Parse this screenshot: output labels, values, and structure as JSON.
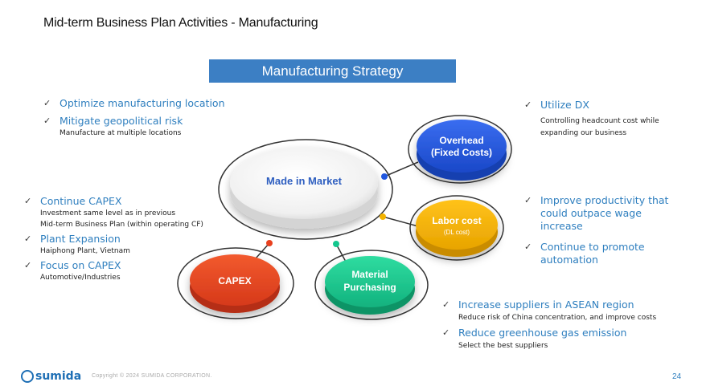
{
  "slide": {
    "title": "Mid-term Business Plan Activities - Manufacturing",
    "banner": "Manufacturing Strategy",
    "copyright": "Copyright © 2024 SUMIDA CORPORATION.",
    "page_number": "24",
    "logo_text": "sumida"
  },
  "diagram": {
    "center": "Made in Market",
    "overhead_line1": "Overhead",
    "overhead_line2": "(Fixed Costs)",
    "labor_line1": "Labor cost",
    "labor_line2": "(DL cost)",
    "capex": "CAPEX",
    "material_line1": "Material",
    "material_line2": "Purchasing"
  },
  "colors": {
    "overhead": "#1f56e0",
    "labor": "#f3b300",
    "capex": "#e8401e",
    "material": "#14c78e",
    "accent_text": "#2f7fbf",
    "banner": "#3c7fc4"
  },
  "blocks": {
    "top_left": {
      "item1": "Optimize manufacturing location",
      "item2": "Mitigate geopolitical risk",
      "item2_sub": "Manufacture at multiple locations"
    },
    "mid_left": {
      "item1": "Continue CAPEX",
      "item1_sub1": "Investment same level as in previous",
      "item1_sub2": "Mid-term Business Plan (within operating CF)",
      "item2": "Plant Expansion",
      "item2_sub": "Haiphong Plant, Vietnam",
      "item3": "Focus on CAPEX",
      "item3_sub": "Automotive/Industries"
    },
    "top_right": {
      "item1": "Utilize DX",
      "item1_sub1": "Controlling headcount cost while",
      "item1_sub2": "expanding our business"
    },
    "mid_right": {
      "item1_l1": "Improve productivity that",
      "item1_l2": "could outpace wage",
      "item1_l3": "increase",
      "item2_l1": "Continue to promote",
      "item2_l2": "automation"
    },
    "bottom_right": {
      "item1": "Increase suppliers in ASEAN region",
      "item1_sub": "Reduce risk of China concentration, and improve costs",
      "item2": "Reduce greenhouse gas emission",
      "item2_sub": "Select the best suppliers"
    }
  }
}
